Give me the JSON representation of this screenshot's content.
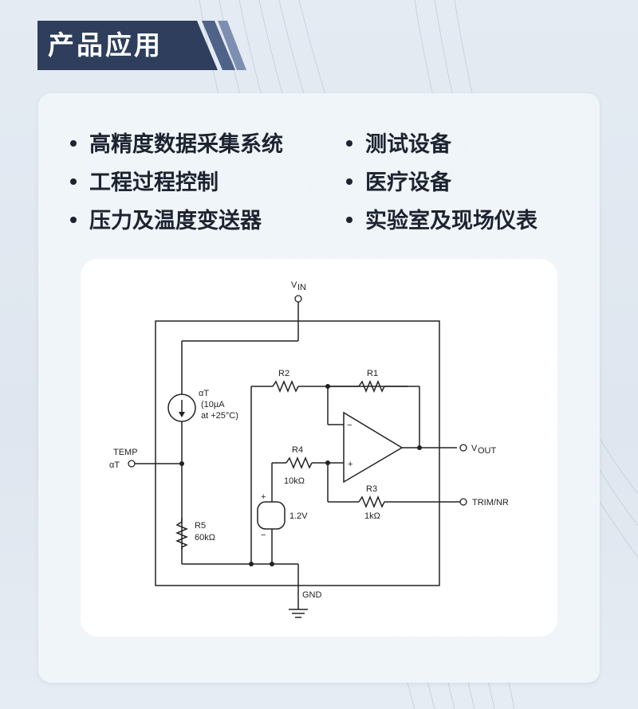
{
  "header": {
    "title": "产品应用"
  },
  "applications": {
    "left": [
      "高精度数据采集系统",
      "工程过程控制",
      "压力及温度变送器"
    ],
    "right": [
      "测试设备",
      "医疗设备",
      "实验室及现场仪表"
    ]
  },
  "schematic": {
    "vin_label": "V",
    "vin_sub": "IN",
    "current_source_label": "αT",
    "current_source_value": "(10µA",
    "current_source_temp": "at +25°C)",
    "temp_label": "TEMP",
    "temp_pin": "αT",
    "r1_label": "R1",
    "r2_label": "R2",
    "r3_label": "R3",
    "r3_value": "1kΩ",
    "r4_label": "R4",
    "r4_value": "10kΩ",
    "r5_label": "R5",
    "r5_value": "60kΩ",
    "ref_voltage": "1.2V",
    "plus_sign": "+",
    "minus_sign": "−",
    "vout_label": "V",
    "vout_sub": "OUT",
    "trim_label": "TRIM/NR",
    "gnd_label": "GND"
  },
  "colors": {
    "banner": "#2e3e5c",
    "banner_stripe": "#5a6f95",
    "background": "#e2e9f1",
    "text": "#1d2330"
  }
}
